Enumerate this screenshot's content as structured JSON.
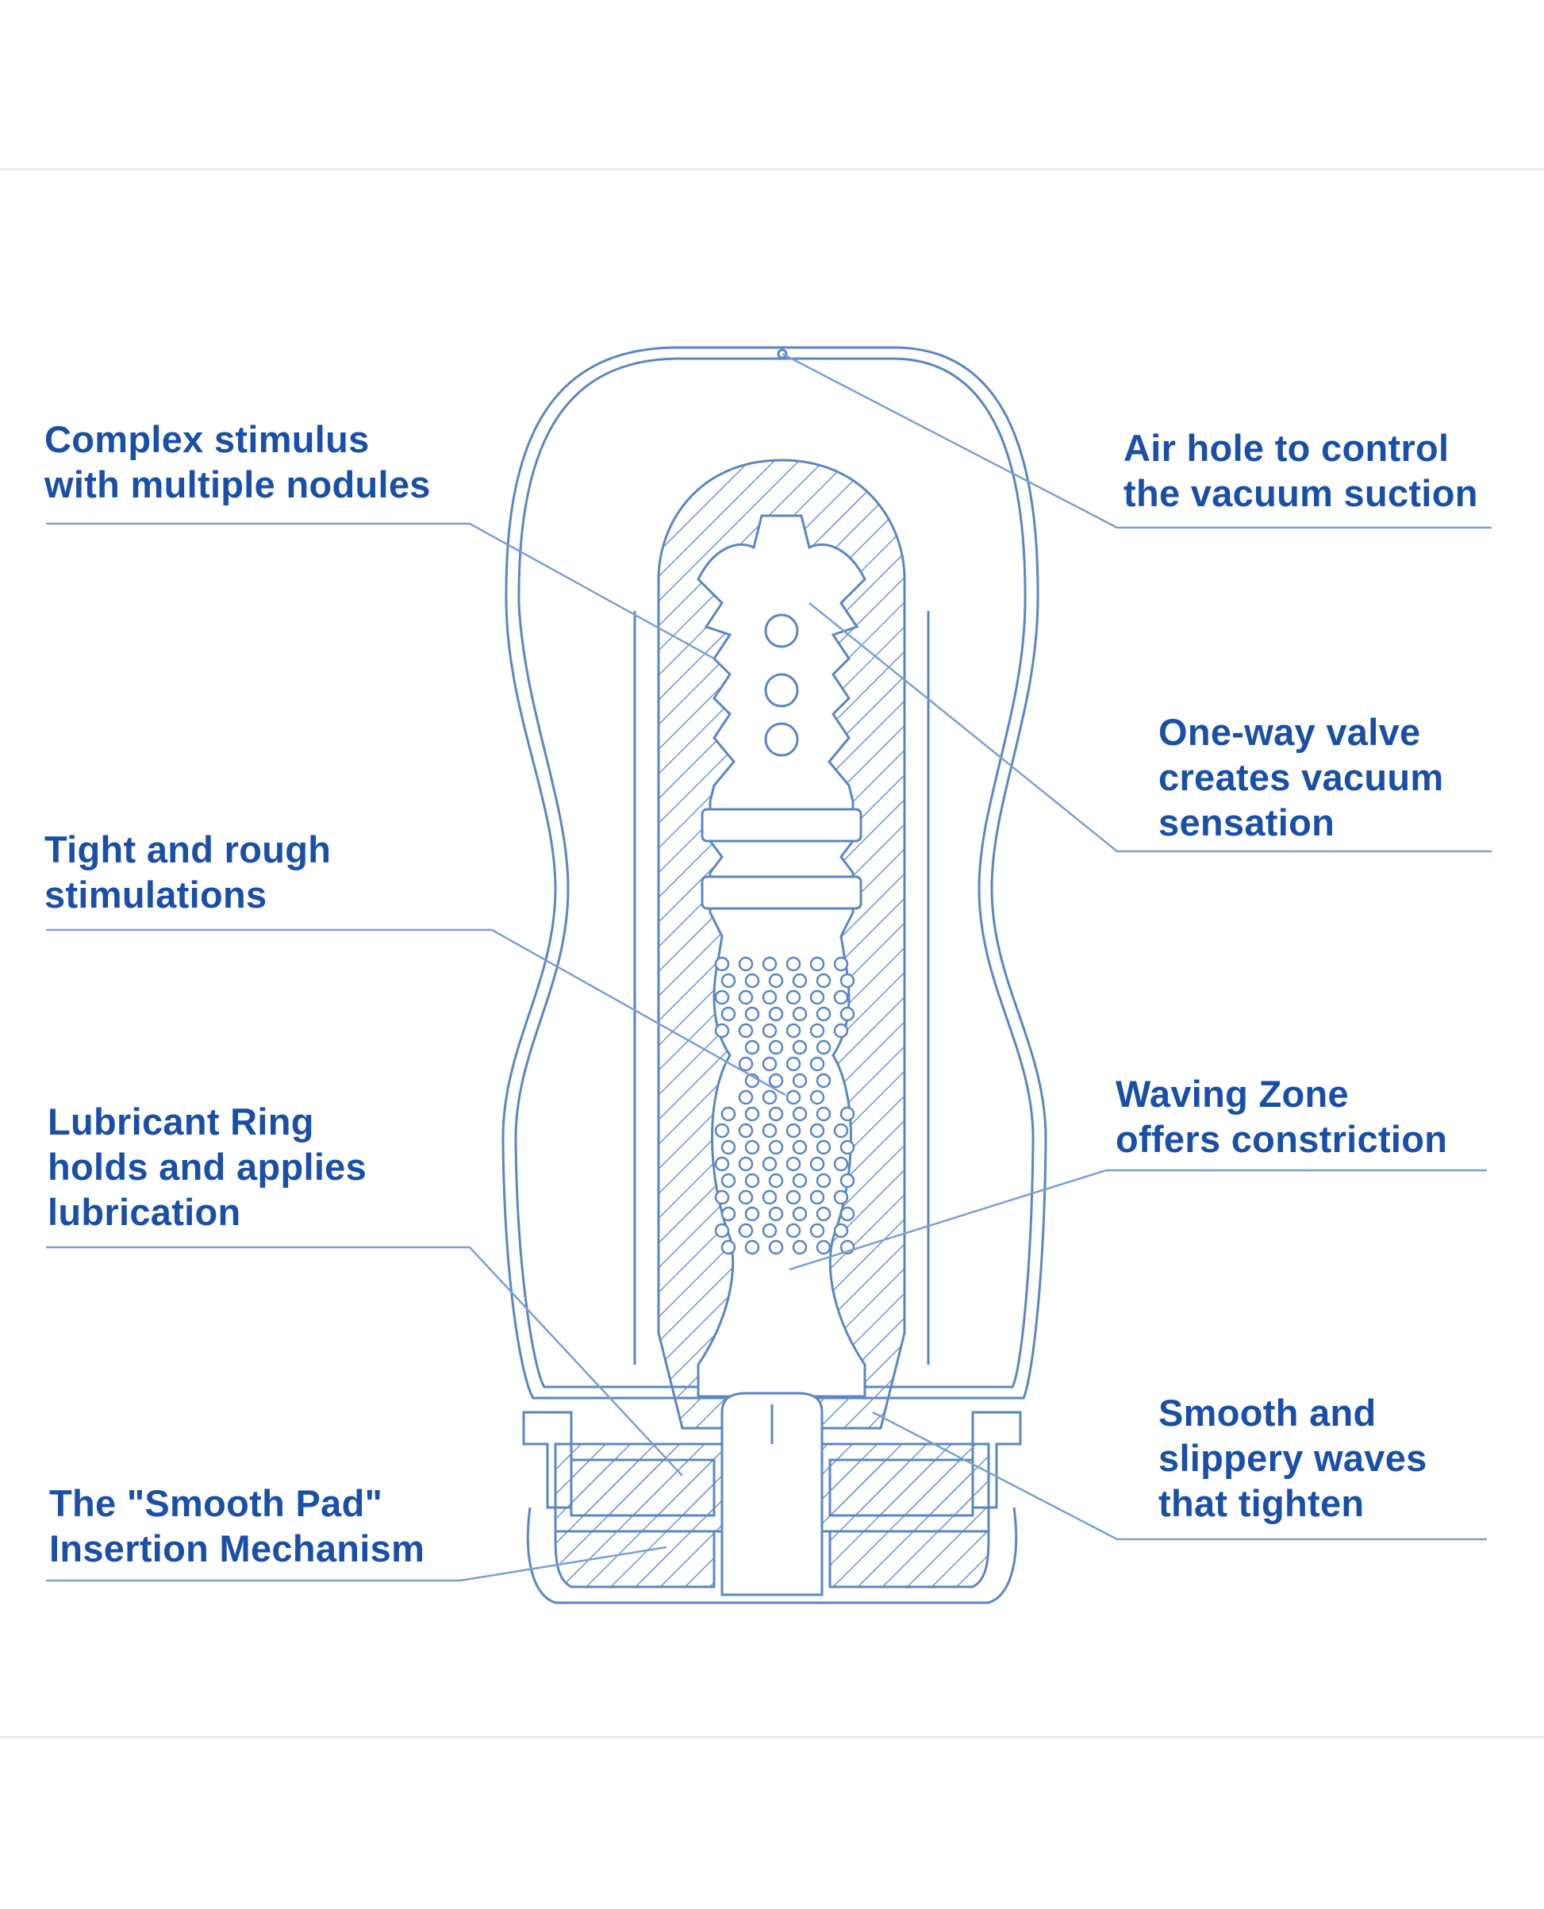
{
  "colors": {
    "text": "#1a4fa8",
    "line": "#5b86c4",
    "rule": "#ececec",
    "background": "#ffffff"
  },
  "labels": {
    "complex_stimulus": "Complex stimulus\nwith multiple nodules",
    "tight_rough": "Tight and rough\nstimulations",
    "lubricant_ring": "Lubricant Ring\nholds and applies\nlubrication",
    "smooth_pad": "The \"Smooth Pad\"\nInsertion Mechanism",
    "air_hole": "Air hole to control\nthe vacuum suction",
    "one_way_valve": "One-way valve\ncreates vacuum\nsensation",
    "waving_zone": "Waving Zone\noffers constriction",
    "smooth_waves": "Smooth and\nslippery waves\nthat tighten"
  }
}
